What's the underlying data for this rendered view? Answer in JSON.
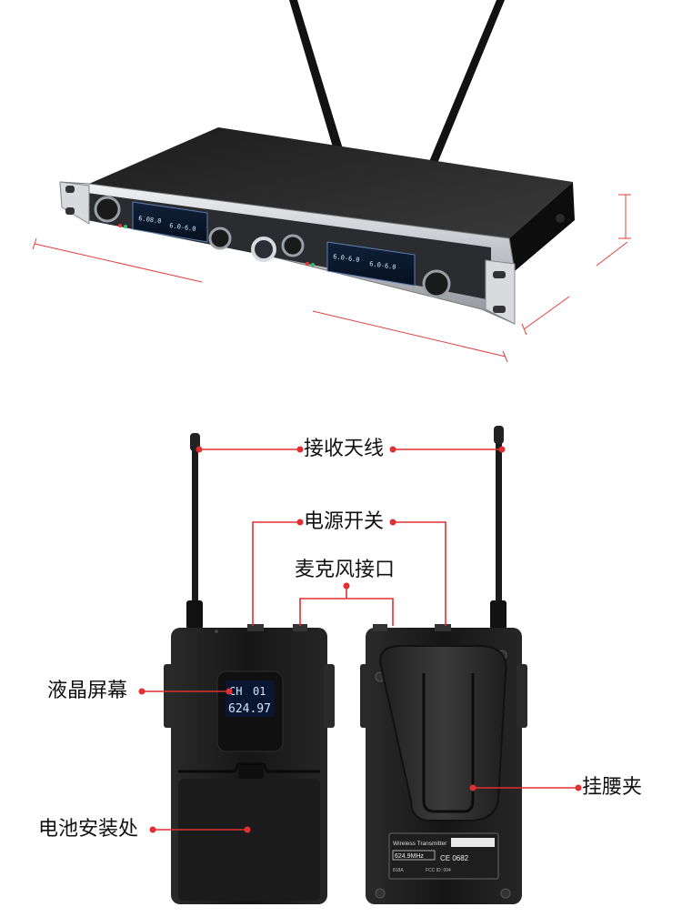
{
  "labels": {
    "antenna": "接收天线",
    "power_switch": "电源开关",
    "mic_jack": "麦克风接口",
    "lcd": "液晶屏幕",
    "battery": "电池安装处",
    "belt_clip": "挂腰夹"
  },
  "receiver": {
    "lcd_left": "6.08.0",
    "lcd_left_b": "6.0-6.0",
    "lcd_right": "6.0-6.0",
    "lcd_right_b": "6.0-6.0"
  },
  "transmitter": {
    "lcd_ch": "CH",
    "lcd_num": "01",
    "lcd_freq": "624.97"
  },
  "back_label": {
    "title": "Wireless Transmitter",
    "freq": "624.9MHz",
    "model": "818A",
    "fcc": "FCC ID: 004",
    "mark": "CE 0682"
  },
  "colors": {
    "callout": "#e03030",
    "device": "#1a1a1a",
    "panel": "#c9ccd0"
  }
}
